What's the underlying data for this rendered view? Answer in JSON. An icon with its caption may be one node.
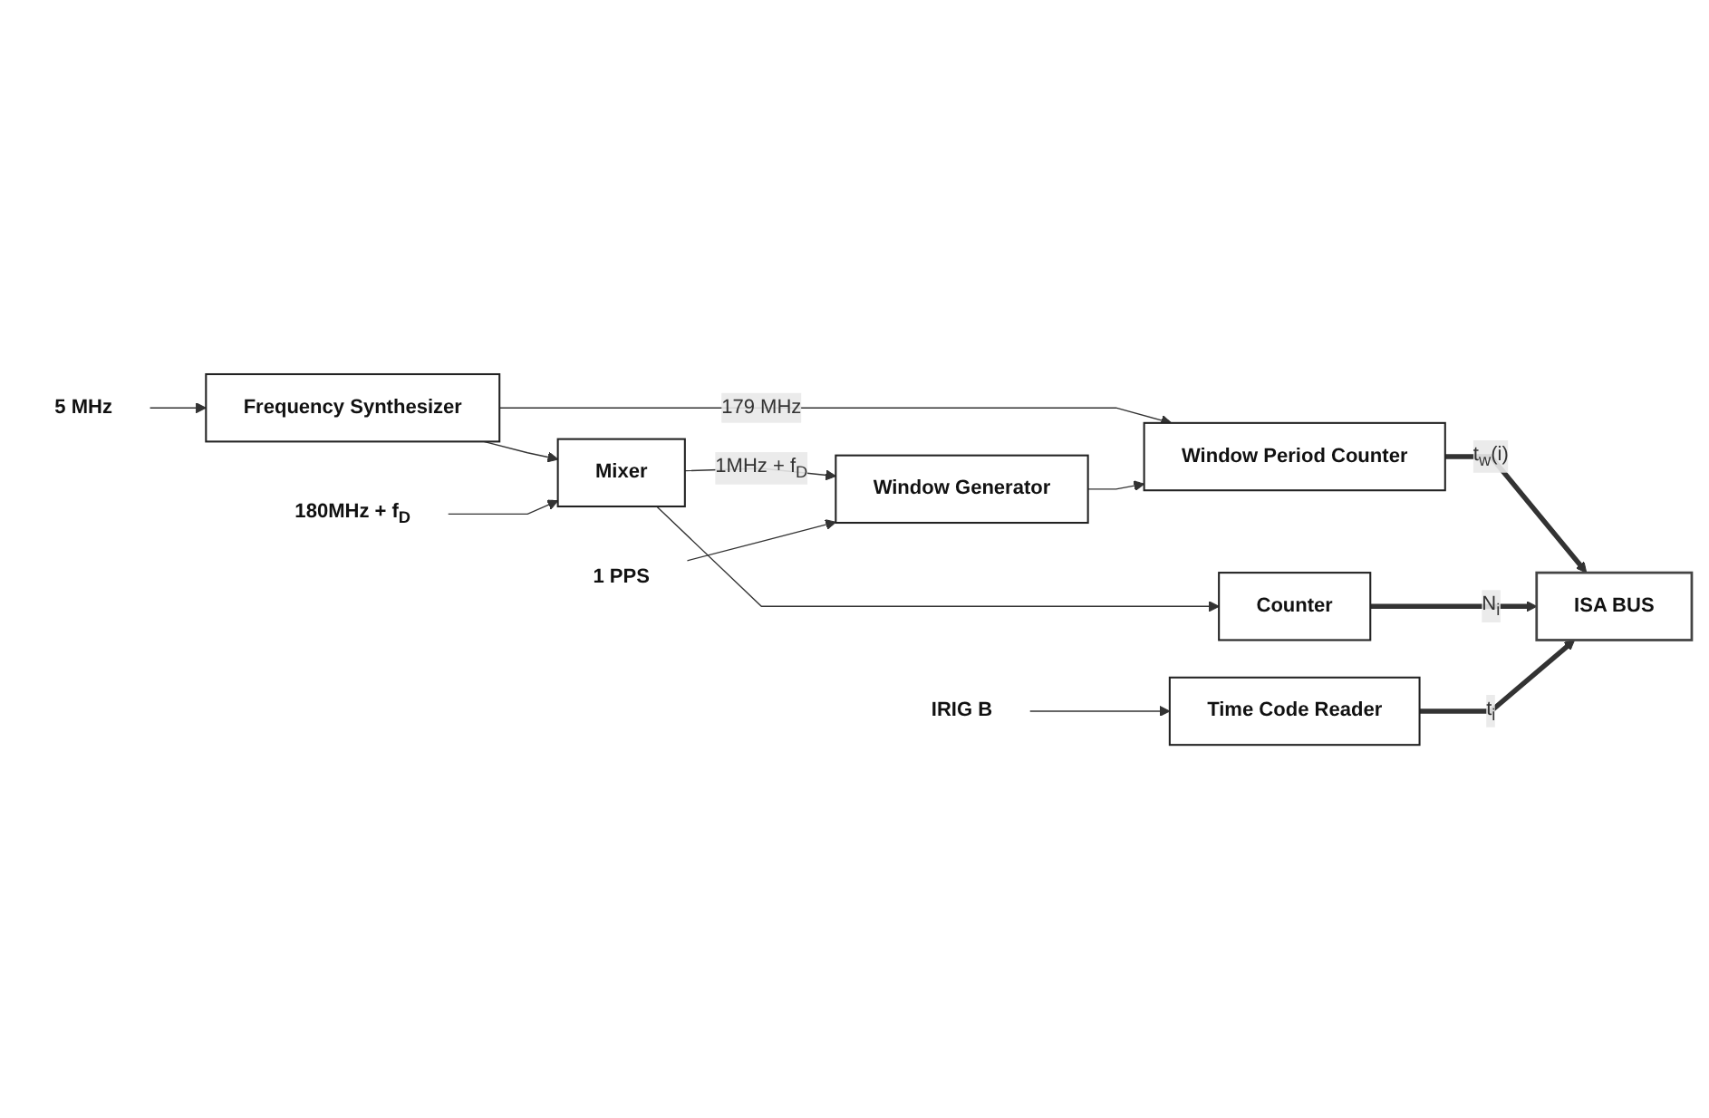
{
  "diagram": {
    "nodes": [
      {
        "text": [
          "5 MHz"
        ]
      },
      {
        "text": [
          "Frequency Synthesizer"
        ]
      },
      {
        "text": [
          "Window Period Counter"
        ]
      },
      {
        "text": [
          "ISA BUS"
        ]
      },
      {
        "text": [
          "180MHz + f$_{D}$"
        ]
      },
      {
        "text": [
          "Mixer"
        ]
      },
      {
        "text": [
          "Window Generator"
        ]
      },
      {
        "text": [
          "1 PPS"
        ]
      },
      {
        "text": [
          "Counter"
        ]
      },
      {
        "text": [
          "IRIG B"
        ]
      },
      {
        "text": [
          "Time Code Reader"
        ]
      }
    ],
    "edges": [
      {
        "from": 0,
        "to": 1,
        "arrow": "to"
      },
      {
        "from": 1,
        "to": 2,
        "arrow": "to",
        "label": "179 MHz"
      },
      {
        "from": 1,
        "to": 5,
        "arrow": "to"
      },
      {
        "from": 4,
        "to": 5,
        "arrow": "to"
      },
      {
        "from": 5,
        "to": 6,
        "arrow": "to",
        "label": "1MHz + f$_{D}$"
      },
      {
        "from": 5,
        "to": 8,
        "arrow": "to"
      },
      {
        "from": 7,
        "to": 6,
        "arrow": "to"
      },
      {
        "from": 6,
        "to": 2,
        "arrow": "to"
      },
      {
        "from": 9,
        "to": 10,
        "arrow": "to"
      },
      {
        "from": 2,
        "to": 3,
        "arrow": "to",
        "style": "thick",
        "label": "t$_{w}$(i)"
      },
      {
        "from": 8,
        "to": 3,
        "arrow": "to",
        "style": "thick",
        "label": "N$_{i}$"
      },
      {
        "from": 10,
        "to": 3,
        "arrow": "to",
        "style": "thick",
        "label": "t$_{i}$"
      }
    ]
  }
}
